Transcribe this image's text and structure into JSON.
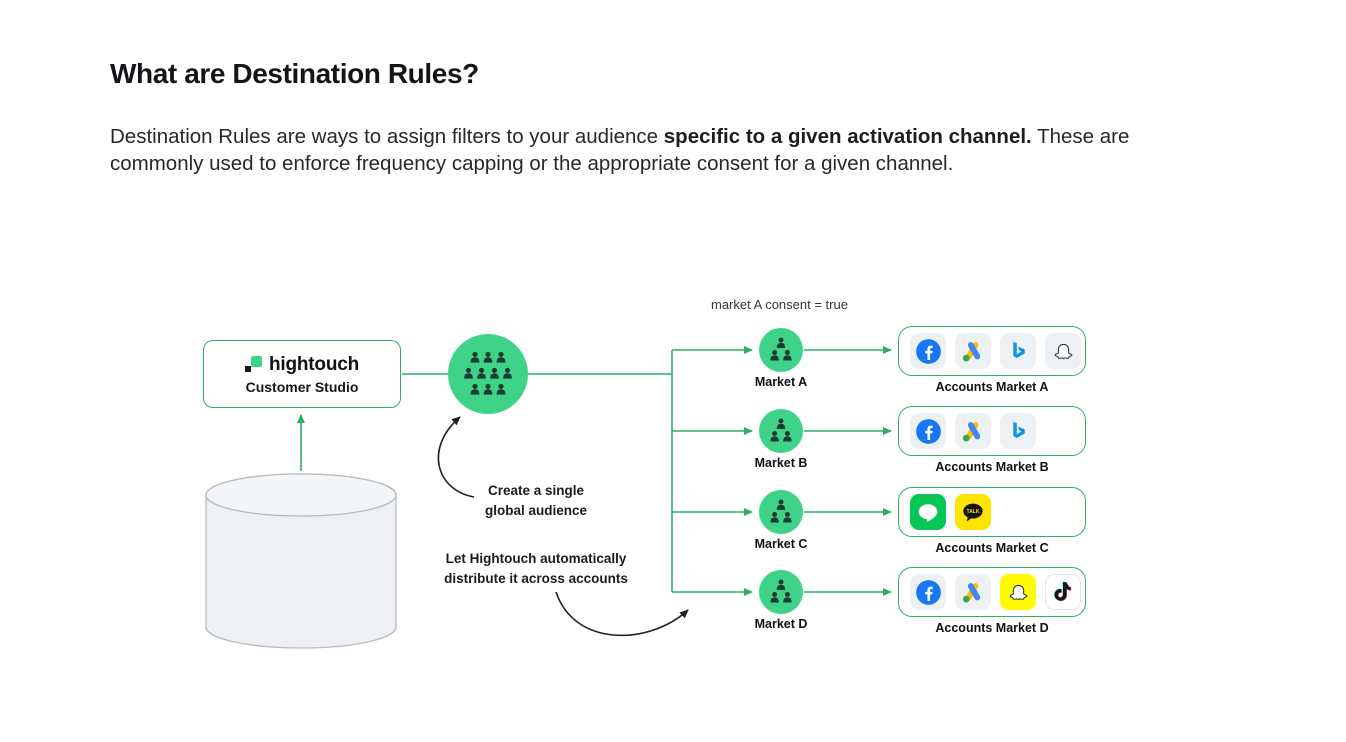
{
  "page": {
    "title": "What are Destination Rules?",
    "intro": {
      "before_bold": "Destination Rules are ways to assign filters to your audience ",
      "bold": "specific to a given activation channel.",
      "after_bold": " These are",
      "line2": "commonly used to enforce frequency capping or the appropriate consent for a given channel."
    }
  },
  "diagram": {
    "consent_note": "market A consent = true",
    "source": {
      "brand": "hightouch",
      "product": "Customer Studio"
    },
    "notes": {
      "create_line1": "Create a single",
      "create_line2": "global audience",
      "distribute_line1": "Let Hightouch automatically",
      "distribute_line2": "distribute it across accounts"
    },
    "kakao_text": "TALK",
    "markets": [
      {
        "label": "Market A",
        "accounts_label": "Accounts Market A",
        "icons": [
          "facebook-icon",
          "google-ads-icon",
          "bing-icon",
          "snapchat-icon"
        ]
      },
      {
        "label": "Market B",
        "accounts_label": "Accounts Market B",
        "icons": [
          "facebook-icon",
          "google-ads-icon",
          "bing-icon"
        ]
      },
      {
        "label": "Market C",
        "accounts_label": "Accounts Market C",
        "icons": [
          "line-icon",
          "kakaotalk-icon"
        ]
      },
      {
        "label": "Market D",
        "accounts_label": "Accounts Market D",
        "icons": [
          "facebook-icon",
          "google-ads-icon",
          "snapchat-icon",
          "tiktok-icon"
        ]
      }
    ],
    "colors": {
      "connector_green": "#2fae64",
      "audience_green": "#3ed389",
      "facebook_blue": "#1877f2",
      "google_blue": "#4285f4",
      "google_yellow": "#fbbc04",
      "google_green": "#34a853",
      "bing_blue": "#0f96e0",
      "line_green": "#06c755",
      "kakao_yellow": "#fee500",
      "snapchat_yellow": "#fffc00"
    }
  }
}
